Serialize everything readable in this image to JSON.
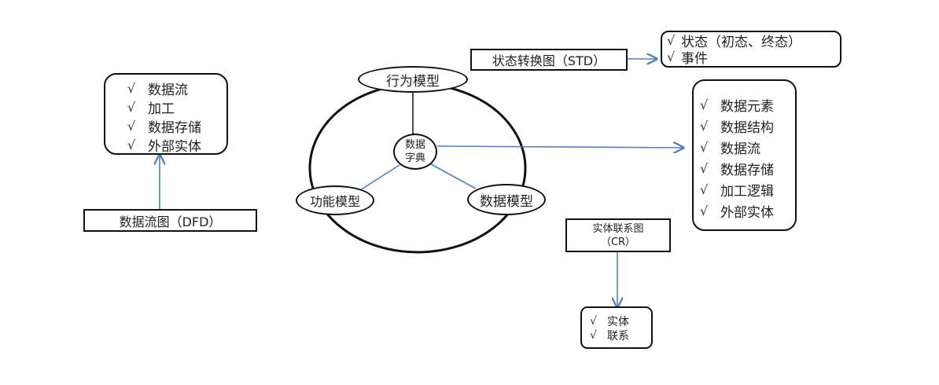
{
  "center": {
    "dictionary_line1": "数据",
    "dictionary_line2": "字典",
    "behavior_model": "行为模型",
    "function_model": "功能模型",
    "data_model": "数据模型"
  },
  "dfd": {
    "title": "数据流图（DFD）",
    "items": [
      "数据流",
      "加工",
      "数据存储",
      "外部实体"
    ]
  },
  "std": {
    "title": "状态转换图（STD）",
    "items": [
      "状态（初态、终态）",
      "事件"
    ]
  },
  "dictionary_items": [
    "数据元素",
    "数据结构",
    "数据流",
    "数据存储",
    "加工逻辑",
    "外部实体"
  ],
  "er": {
    "title_line1": "实体联系图",
    "title_line2": "（CR）",
    "items": [
      "实体",
      "联系"
    ]
  },
  "check_glyph": "√",
  "colors": {
    "arrow": "#4f81bd",
    "border": "#111111"
  }
}
